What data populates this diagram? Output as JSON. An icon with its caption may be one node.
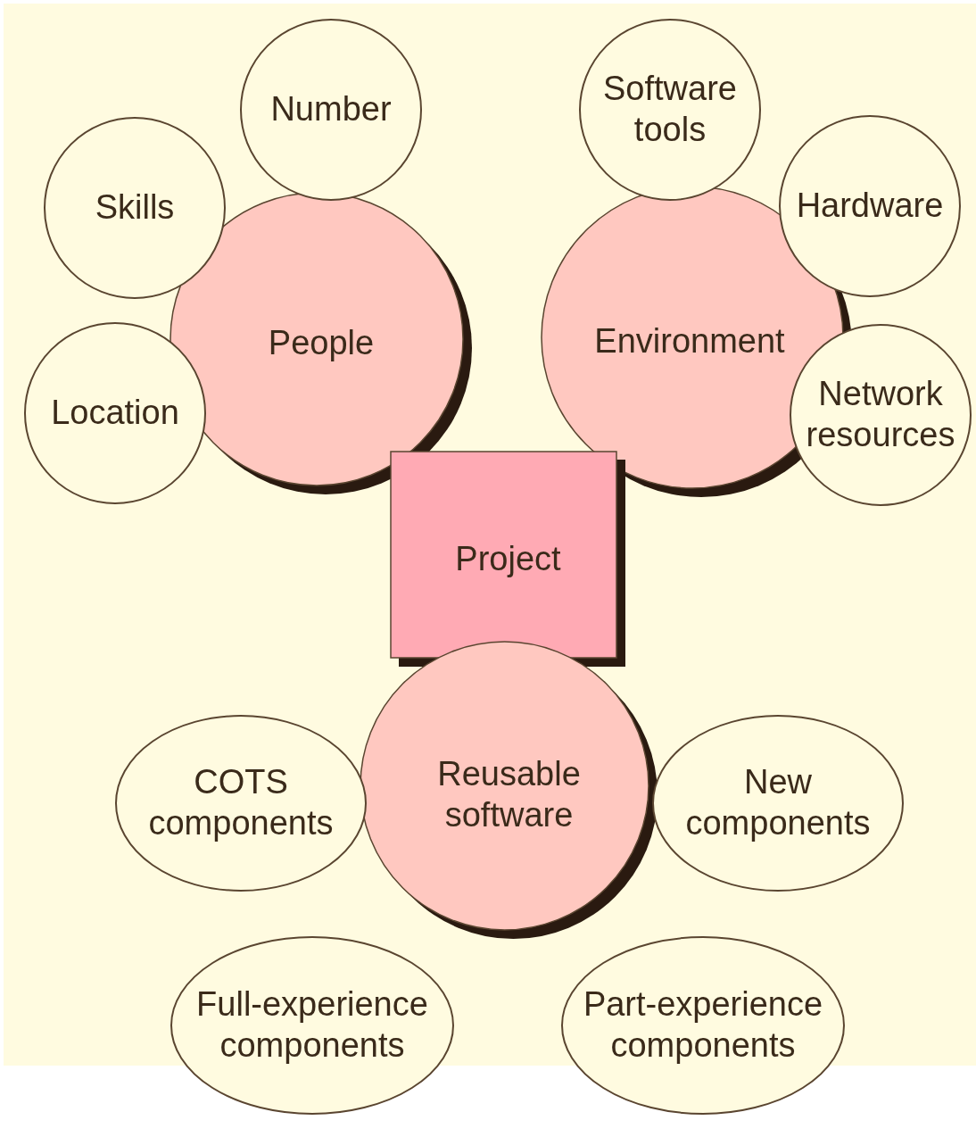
{
  "diagram": {
    "nodes": [
      {
        "text": [
          "People"
        ]
      },
      {
        "text": [
          "Number"
        ]
      },
      {
        "text": [
          "Skills"
        ]
      },
      {
        "text": [
          "Location"
        ]
      },
      {
        "text": [
          "Environment"
        ]
      },
      {
        "text": [
          "Software tools"
        ]
      },
      {
        "text": [
          "Hardware"
        ]
      },
      {
        "text": [
          "Network resources"
        ]
      },
      {
        "text": [
          "Project"
        ]
      },
      {
        "text": [
          "Reusable software"
        ]
      },
      {
        "text": [
          "COTS components"
        ]
      },
      {
        "text": [
          "New components"
        ]
      },
      {
        "text": [
          "Full-experience components"
        ]
      },
      {
        "text": [
          "Part-experience components"
        ]
      }
    ]
  }
}
